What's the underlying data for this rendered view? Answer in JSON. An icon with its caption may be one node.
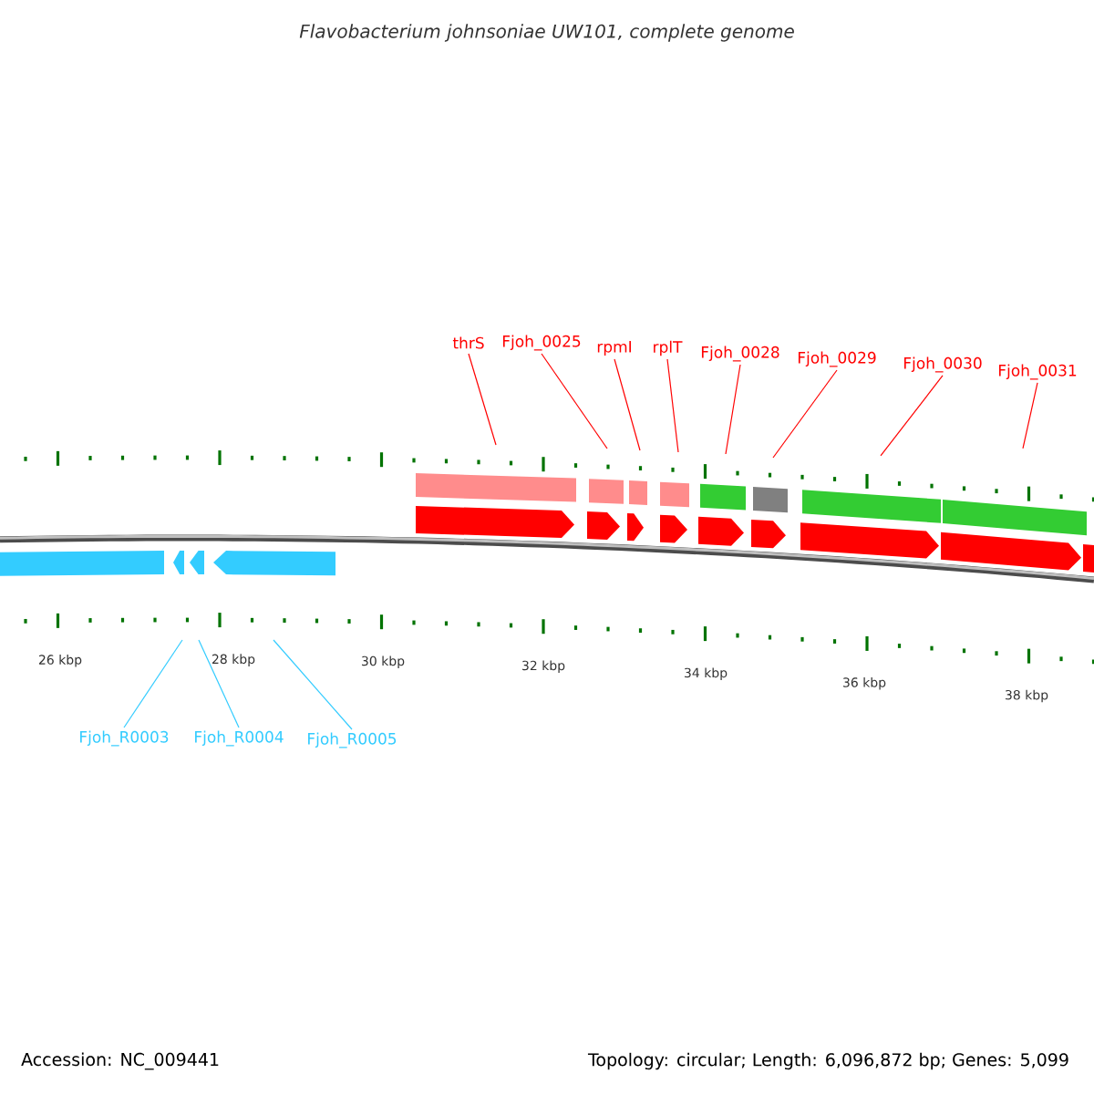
{
  "diagram": {
    "title": "Flavobacterium johnsoniae UW101, complete genome",
    "nodes": [
      {
        "text": [
          "thrS"
        ]
      },
      {
        "text": [
          "Fjoh_0025"
        ]
      },
      {
        "text": [
          "rpmI"
        ]
      },
      {
        "text": [
          "rplT"
        ]
      },
      {
        "text": [
          "Fjoh_0028"
        ]
      },
      {
        "text": [
          "Fjoh_0029"
        ]
      },
      {
        "text": [
          "Fjoh_0030"
        ]
      },
      {
        "text": [
          "Fjoh_0031"
        ]
      },
      {
        "text": [
          "Fjoh_R0003"
        ]
      },
      {
        "text": [
          "Fjoh_R0004"
        ]
      },
      {
        "text": [
          "Fjoh_R0005"
        ]
      }
    ],
    "edges": [
      {
        "from": 0,
        "to": null,
        "arrow": "none"
      },
      {
        "from": 1,
        "to": null,
        "arrow": "none"
      },
      {
        "from": 2,
        "to": null,
        "arrow": "none"
      },
      {
        "from": 3,
        "to": null,
        "arrow": "none"
      },
      {
        "from": 4,
        "to": null,
        "arrow": "none"
      },
      {
        "from": 5,
        "to": null,
        "arrow": "none"
      },
      {
        "from": 6,
        "to": null,
        "arrow": "none"
      },
      {
        "from": 7,
        "to": null,
        "arrow": "none"
      },
      {
        "from": 8,
        "to": null,
        "arrow": "none",
        "color": "#33ccff"
      },
      {
        "from": 9,
        "to": null,
        "arrow": "none",
        "color": "#33ccff"
      },
      {
        "from": 10,
        "to": null,
        "arrow": "none",
        "color": "#33ccff"
      }
    ],
    "labels": [
      "26 kbp",
      "28 kbp",
      "30 kbp",
      "32 kbp",
      "34 kbp",
      "36 kbp",
      "38 kbp",
      "Accession: NC_009441",
      "Topology: circular; Length: 6,096,872 bp; Genes: 5,099"
    ]
  }
}
